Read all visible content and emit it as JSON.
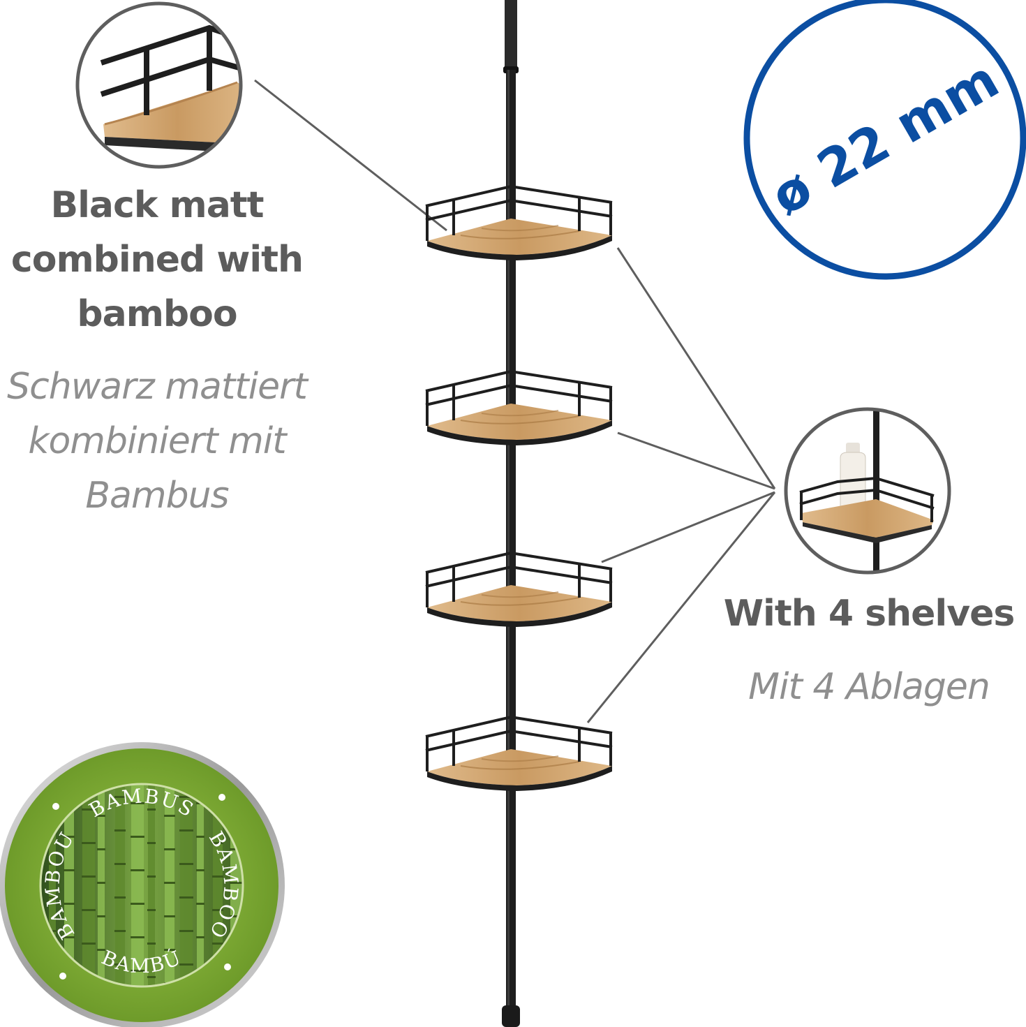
{
  "left_callout": {
    "lines_en": [
      "Black matt",
      "combined with",
      "bamboo"
    ],
    "lines_de": [
      "Schwarz mattiert",
      "kombiniert mit",
      "Bambus"
    ]
  },
  "right_callout": {
    "line_en": "With 4 shelves",
    "line_de": "Mit 4 Ablagen"
  },
  "diameter_badge": {
    "label": "ø 22 mm",
    "ring_color": "#0b4ea2"
  },
  "bamboo_seal": {
    "words": [
      "BAMBUS",
      "BAMBOO",
      "BAMBÚ",
      "BAMBOU"
    ],
    "ring_color": "#8bb33a"
  },
  "product": {
    "shelf_count": 4
  },
  "colors": {
    "pole": "#1e1e1e",
    "bamboo": "#d2a874",
    "callout_line": "#5e5e5e",
    "text_en": "#5c5c5c",
    "text_de": "#8f8f8f"
  }
}
